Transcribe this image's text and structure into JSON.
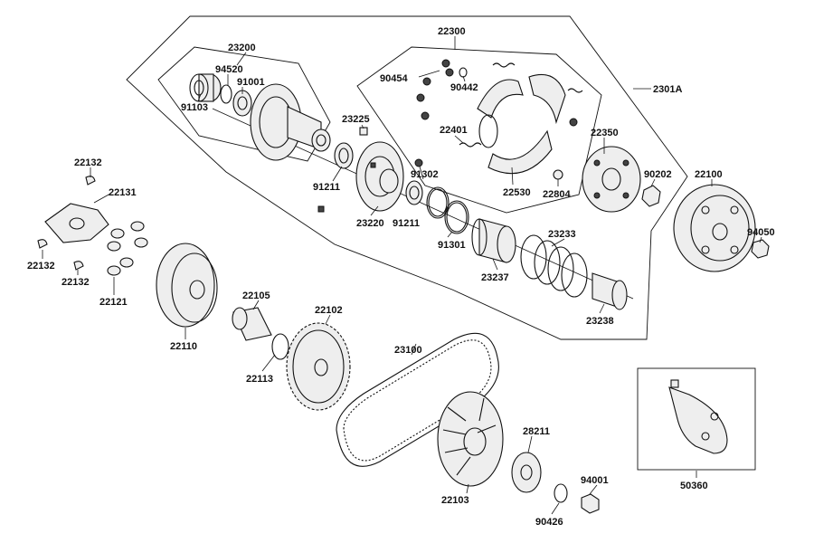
{
  "labels": {
    "p22300": "22300",
    "p23200": "23200",
    "p2301A": "2301A",
    "p94520": "94520",
    "p91001": "91001",
    "p91103": "91103",
    "p90454": "90454",
    "p90442": "90442",
    "p23225": "23225",
    "p22401": "22401",
    "p22350": "22350",
    "p91302": "91302",
    "p91211a": "91211",
    "p91211b": "91211",
    "p90202": "90202",
    "p22530": "22530",
    "p22804": "22804",
    "p22100": "22100",
    "p23220": "23220",
    "p91301": "91301",
    "p23233": "23233",
    "p94050": "94050",
    "p22132a": "22132",
    "p22131": "22131",
    "p22132b": "22132",
    "p22132c": "22132",
    "p22121": "22121",
    "p23237": "23237",
    "p23238": "23238",
    "p22105": "22105",
    "p22102": "22102",
    "p22110": "22110",
    "p22113": "22113",
    "p23100": "23100",
    "p28211": "28211",
    "p94001": "94001",
    "p50360": "50360",
    "p22103": "22103",
    "p90426": "90426"
  }
}
